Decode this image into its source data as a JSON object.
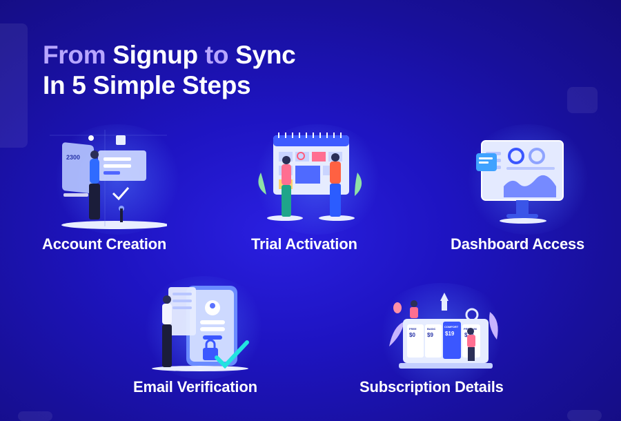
{
  "heading": {
    "line1_part1": "From",
    "line1_part2": "Signup",
    "line1_part3": "to",
    "line1_part4": "Sync",
    "line2": "In 5 Simple Steps"
  },
  "steps": [
    {
      "label": "Account Creation",
      "icon": "account-creation-illustration",
      "screen_value": "2300"
    },
    {
      "label": "Trial Activation",
      "icon": "trial-activation-illustration"
    },
    {
      "label": "Dashboard Access",
      "icon": "dashboard-access-illustration"
    },
    {
      "label": "Email Verification",
      "icon": "email-verification-illustration"
    },
    {
      "label": "Subscription Details",
      "icon": "subscription-details-illustration",
      "plans": [
        {
          "name": "FREE",
          "price": "$0"
        },
        {
          "name": "BASIC",
          "price": "$9"
        },
        {
          "name": "COMFORT",
          "price": "$19"
        },
        {
          "name": "PREMIUM",
          "price": "$29"
        }
      ]
    }
  ],
  "colors": {
    "background": "#1e14c2",
    "title_muted": "#b7a6ff",
    "accent_cyan": "#22e3e0",
    "panel": "#cdd9ff"
  }
}
